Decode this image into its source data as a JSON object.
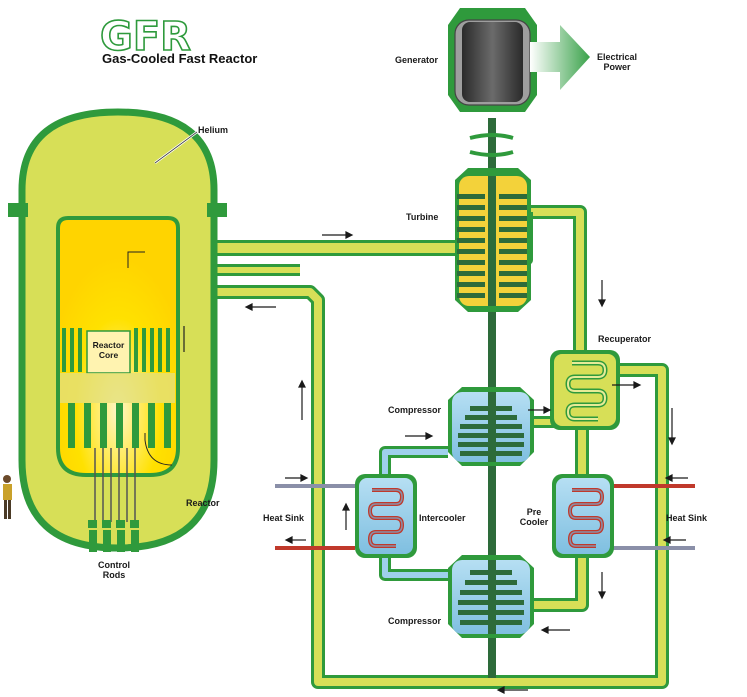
{
  "title": {
    "logo": "GFR",
    "subtitle": "Gas-Cooled Fast Reactor"
  },
  "labels": {
    "helium": "Helium",
    "reactor_core_line1": "Reactor",
    "reactor_core_line2": "Core",
    "reactor": "Reactor",
    "control_rods_line1": "Control",
    "control_rods_line2": "Rods",
    "generator": "Generator",
    "electrical_power_line1": "Electrical",
    "electrical_power_line2": "Power",
    "turbine": "Turbine",
    "recuperator": "Recuperator",
    "compressor_upper": "Compressor",
    "compressor_lower": "Compressor",
    "intercooler": "Intercooler",
    "precooler_line1": "Pre",
    "precooler_line2": "Cooler",
    "heat_sink_left": "Heat Sink",
    "heat_sink_right": "Heat Sink"
  },
  "colors": {
    "pipe_green": "#2f9a3c",
    "pipe_fill": "#d7df57",
    "core_yellow": "#ffe100",
    "cold_blue": "#9fd0ec",
    "hot_red": "#c0392b",
    "arrow_green": "#4bb04c"
  }
}
